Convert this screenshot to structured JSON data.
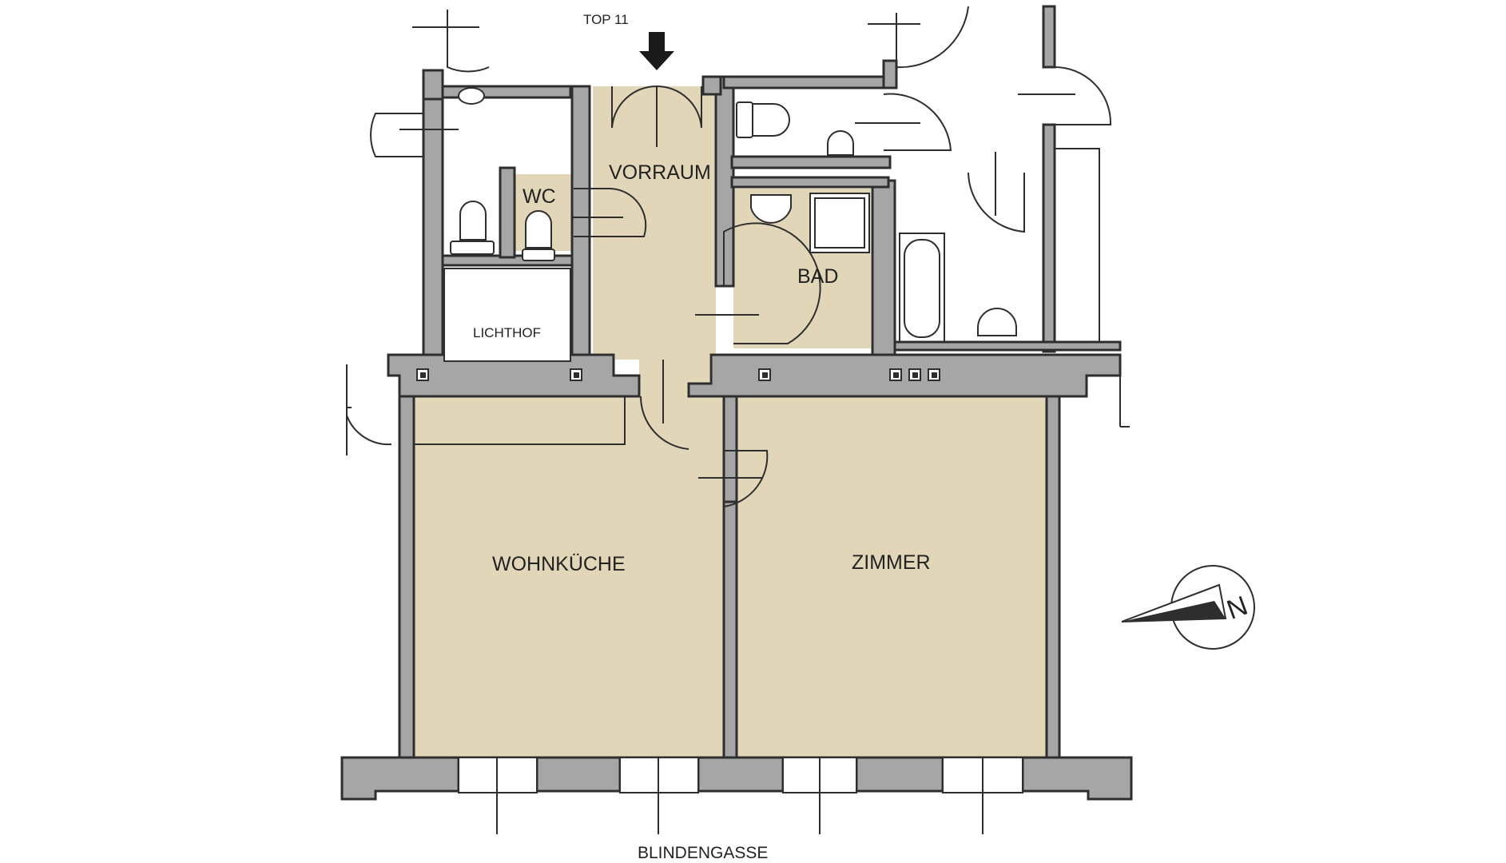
{
  "plan": {
    "entrance_label": "TOP 11",
    "rooms": {
      "vorraum": "VORRAUM",
      "wc": "WC",
      "bad": "BAD",
      "lichthof": "LICHTHOF",
      "wohnkueche": "WOHNKÜCHE",
      "zimmer": "ZIMMER"
    },
    "street_label": "BLINDENGASSE",
    "compass_letter": "N"
  },
  "colors": {
    "room_fill": "#e1d6b8",
    "wall_fill": "#a6a6a6",
    "line": "#2e2e2e"
  },
  "icons": {
    "entrance": "arrow-down-icon",
    "compass": "compass-north-icon"
  }
}
